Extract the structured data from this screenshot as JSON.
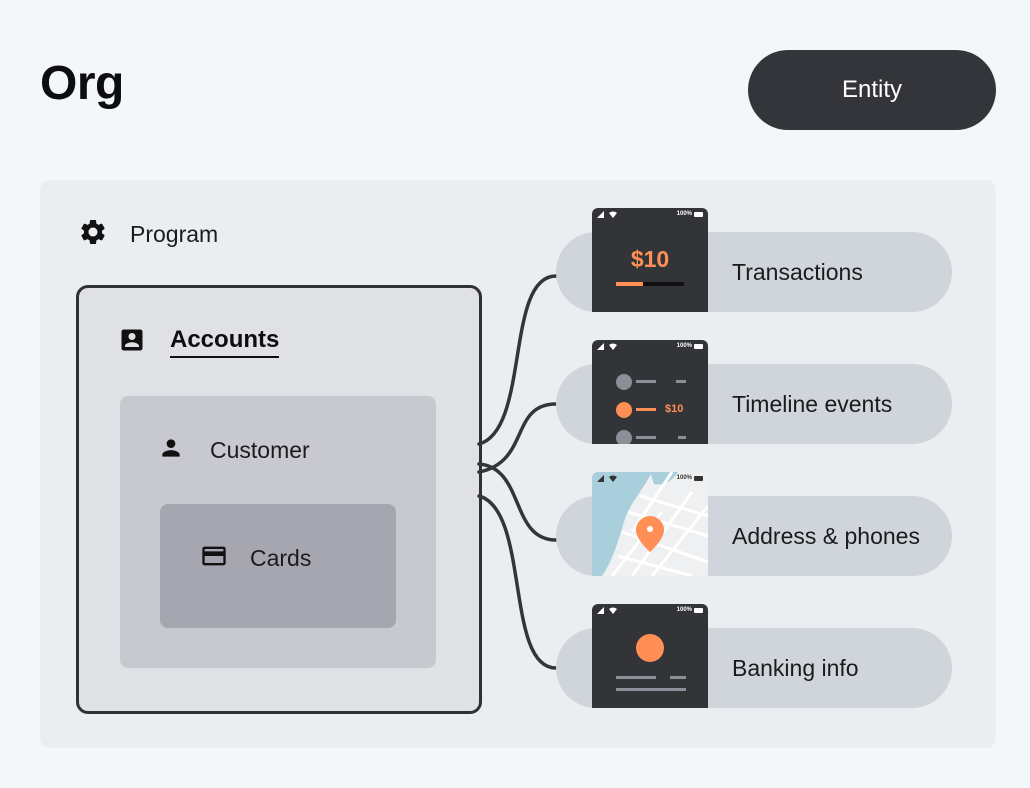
{
  "header": {
    "title": "Org",
    "entity_button": "Entity"
  },
  "hierarchy": {
    "program_label": "Program",
    "accounts_label": "Accounts",
    "customer_label": "Customer",
    "cards_label": "Cards"
  },
  "entities": [
    {
      "label": "Transactions",
      "screen": "transactions",
      "amount": "$10",
      "progress": 0.4
    },
    {
      "label": "Timeline events",
      "screen": "timeline",
      "amount": "$10"
    },
    {
      "label": "Address & phones",
      "screen": "map"
    },
    {
      "label": "Banking info",
      "screen": "banking"
    }
  ],
  "status_bar": {
    "battery": "100%"
  },
  "colors": {
    "accent": "#ff8f55",
    "dark": "#34353a",
    "panel": "#ebeef1",
    "pill": "#d0d5db",
    "map_water": "#a9cfdc"
  }
}
